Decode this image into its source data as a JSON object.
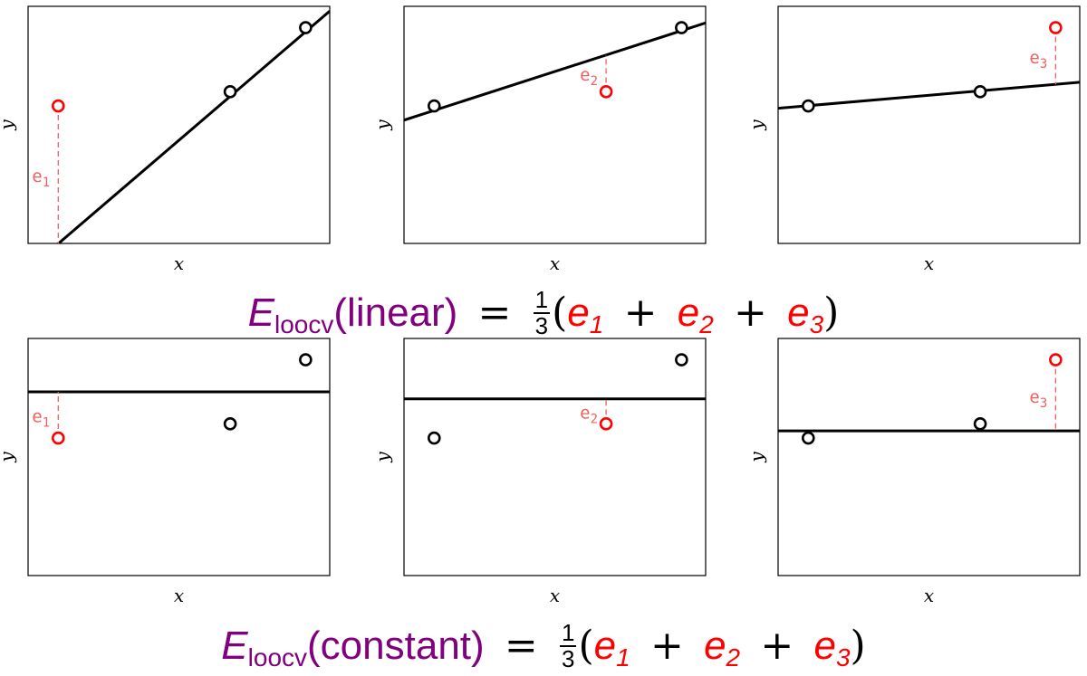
{
  "colors": {
    "fit": "#000000",
    "held_out": "#ff0000",
    "residual": "#f06060",
    "formula_purple": "#800080"
  },
  "chart_data": [
    {
      "type": "scatter",
      "model": "linear",
      "left_out": 1,
      "xlabel": "x",
      "ylabel": "y",
      "xlim": [
        0,
        1
      ],
      "ylim": [
        0,
        1
      ],
      "points": [
        {
          "x": 0.1,
          "y": 0.58
        },
        {
          "x": 0.67,
          "y": 0.64
        },
        {
          "x": 0.92,
          "y": 0.91
        }
      ],
      "fit": {
        "intercept": -0.11,
        "slope": 1.09
      },
      "residual_label": "e",
      "residual_index": "1"
    },
    {
      "type": "scatter",
      "model": "linear",
      "left_out": 2,
      "xlabel": "x",
      "ylabel": "y",
      "xlim": [
        0,
        1
      ],
      "ylim": [
        0,
        1
      ],
      "points": [
        {
          "x": 0.1,
          "y": 0.58
        },
        {
          "x": 0.67,
          "y": 0.64
        },
        {
          "x": 0.92,
          "y": 0.91
        }
      ],
      "fit": {
        "intercept": 0.52,
        "slope": 0.41
      },
      "residual_label": "e",
      "residual_index": "2"
    },
    {
      "type": "scatter",
      "model": "linear",
      "left_out": 3,
      "xlabel": "x",
      "ylabel": "y",
      "xlim": [
        0,
        1
      ],
      "ylim": [
        0,
        1
      ],
      "points": [
        {
          "x": 0.1,
          "y": 0.58
        },
        {
          "x": 0.67,
          "y": 0.64
        },
        {
          "x": 0.92,
          "y": 0.91
        }
      ],
      "fit": {
        "intercept": 0.57,
        "slope": 0.11
      },
      "residual_label": "e",
      "residual_index": "3"
    },
    {
      "type": "scatter",
      "model": "constant",
      "left_out": 1,
      "xlabel": "x",
      "ylabel": "y",
      "xlim": [
        0,
        1
      ],
      "ylim": [
        0,
        1
      ],
      "points": [
        {
          "x": 0.1,
          "y": 0.58
        },
        {
          "x": 0.67,
          "y": 0.64
        },
        {
          "x": 0.92,
          "y": 0.91
        }
      ],
      "fit": {
        "intercept": 0.775,
        "slope": 0
      },
      "residual_label": "e",
      "residual_index": "1"
    },
    {
      "type": "scatter",
      "model": "constant",
      "left_out": 2,
      "xlabel": "x",
      "ylabel": "y",
      "xlim": [
        0,
        1
      ],
      "ylim": [
        0,
        1
      ],
      "points": [
        {
          "x": 0.1,
          "y": 0.58
        },
        {
          "x": 0.67,
          "y": 0.64
        },
        {
          "x": 0.92,
          "y": 0.91
        }
      ],
      "fit": {
        "intercept": 0.745,
        "slope": 0
      },
      "residual_label": "e",
      "residual_index": "2"
    },
    {
      "type": "scatter",
      "model": "constant",
      "left_out": 3,
      "xlabel": "x",
      "ylabel": "y",
      "xlim": [
        0,
        1
      ],
      "ylim": [
        0,
        1
      ],
      "points": [
        {
          "x": 0.1,
          "y": 0.58
        },
        {
          "x": 0.67,
          "y": 0.64
        },
        {
          "x": 0.92,
          "y": 0.91
        }
      ],
      "fit": {
        "intercept": 0.61,
        "slope": 0
      },
      "residual_label": "e",
      "residual_index": "3"
    }
  ],
  "formulas": {
    "linear": {
      "E": "E",
      "sub": "loocv",
      "model": "(linear)",
      "eq": "=",
      "num": "1",
      "den": "3",
      "open": "(",
      "e": "e",
      "i1": "1",
      "plus": "+",
      "i2": "2",
      "i3": "3",
      "close": ")"
    },
    "constant": {
      "E": "E",
      "sub": "loocv",
      "model": "(constant)",
      "eq": "=",
      "num": "1",
      "den": "3",
      "open": "(",
      "e": "e",
      "i1": "1",
      "plus": "+",
      "i2": "2",
      "i3": "3",
      "close": ")"
    }
  }
}
